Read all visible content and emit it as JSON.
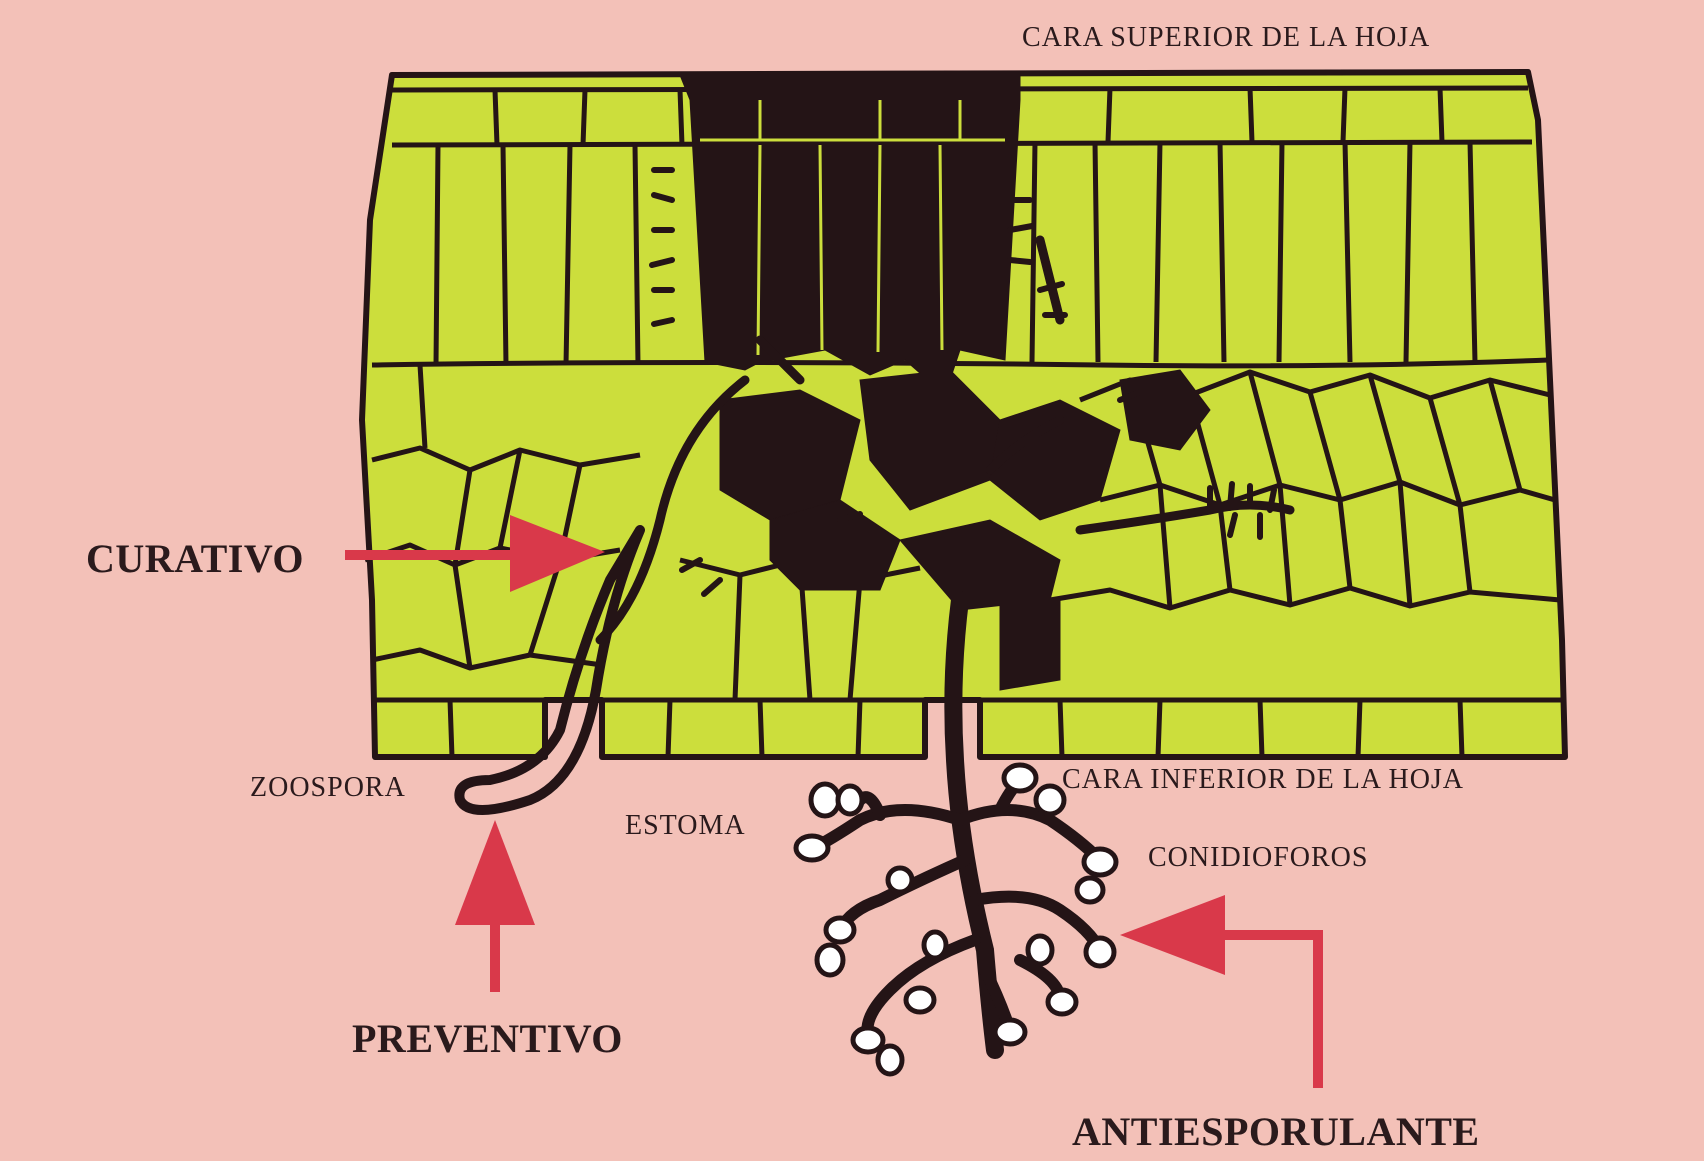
{
  "labels": {
    "upper_face": "CARA SUPERIOR DE LA HOJA",
    "lower_face": "CARA INFERIOR DE LA HOJA",
    "zoospore": "ZOOSPORA",
    "stoma": "ESTOMA",
    "conidiophores": "CONIDIOFOROS",
    "curative": "CURATIVO",
    "preventive": "PREVENTIVO",
    "antisporulant": "ANTIESPORULANTE"
  },
  "colors": {
    "background": "#f3c1b8",
    "leaf_tissue": "#ccde3c",
    "mycelium": "#241416",
    "arrow": "#d9394a",
    "text": "#2a1a1c"
  }
}
